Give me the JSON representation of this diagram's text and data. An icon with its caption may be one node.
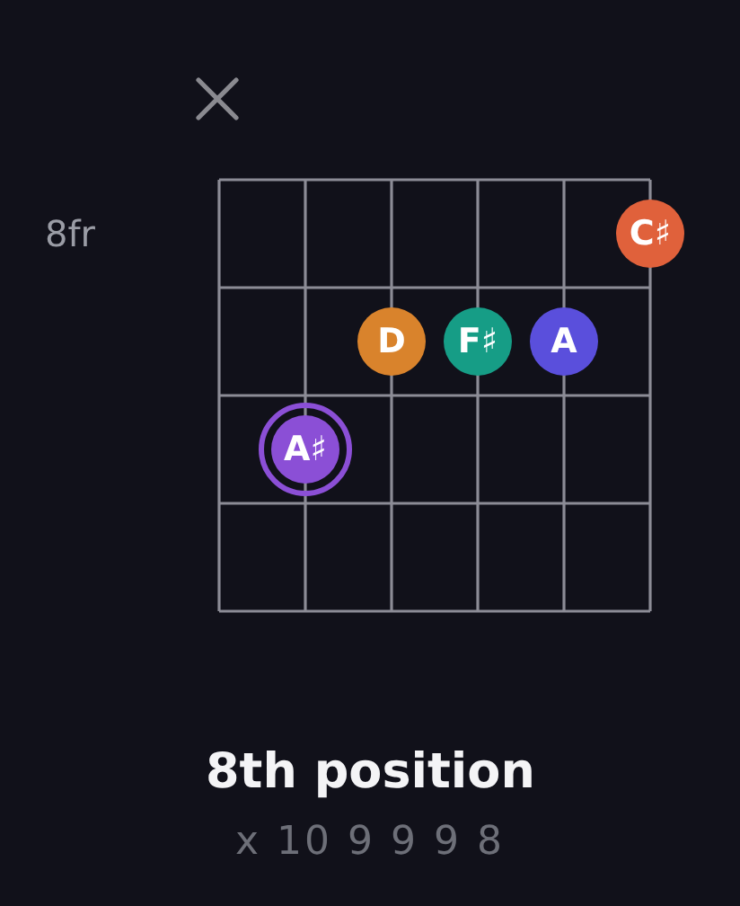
{
  "diagram": {
    "title": "8th position",
    "nodes": [
      {
        "text": [
          "C♯"
        ]
      },
      {
        "text": [
          "D"
        ]
      },
      {
        "text": [
          "F♯"
        ]
      },
      {
        "text": [
          "A"
        ]
      },
      {
        "text": [
          "A♯"
        ]
      }
    ],
    "edges": [],
    "labels": [
      "8fr",
      "x 10 9 9 9 8"
    ]
  }
}
